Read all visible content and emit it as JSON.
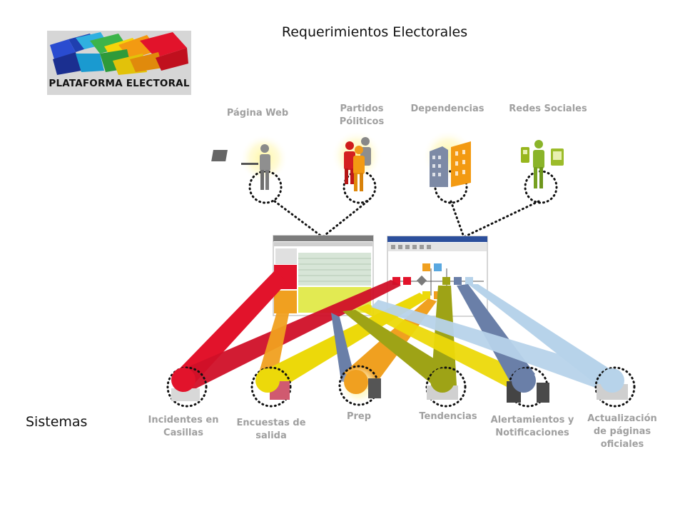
{
  "title": "Requerimientos Electorales",
  "logo_text": "PLATAFORMA ELECTORAL",
  "section_label": "Sistemas",
  "top_nodes": [
    {
      "label": "Página Web"
    },
    {
      "label": "Partidos Póliticos"
    },
    {
      "label": "Dependencias"
    },
    {
      "label": "Redes Sociales"
    }
  ],
  "systems": [
    {
      "label": "Incidentes en Casillas",
      "color": "#e2132b"
    },
    {
      "label": "Encuestas de salida",
      "color": "#ecd90a"
    },
    {
      "label": "Prep",
      "color": "#f0a020"
    },
    {
      "label": "Tendencias",
      "color": "#9ea316"
    },
    {
      "label": "Alertamientos y Notificaciones",
      "color": "#6a7fa8"
    },
    {
      "label": "Actualización de páginas oficiales",
      "color": "#b7d3ea"
    }
  ]
}
